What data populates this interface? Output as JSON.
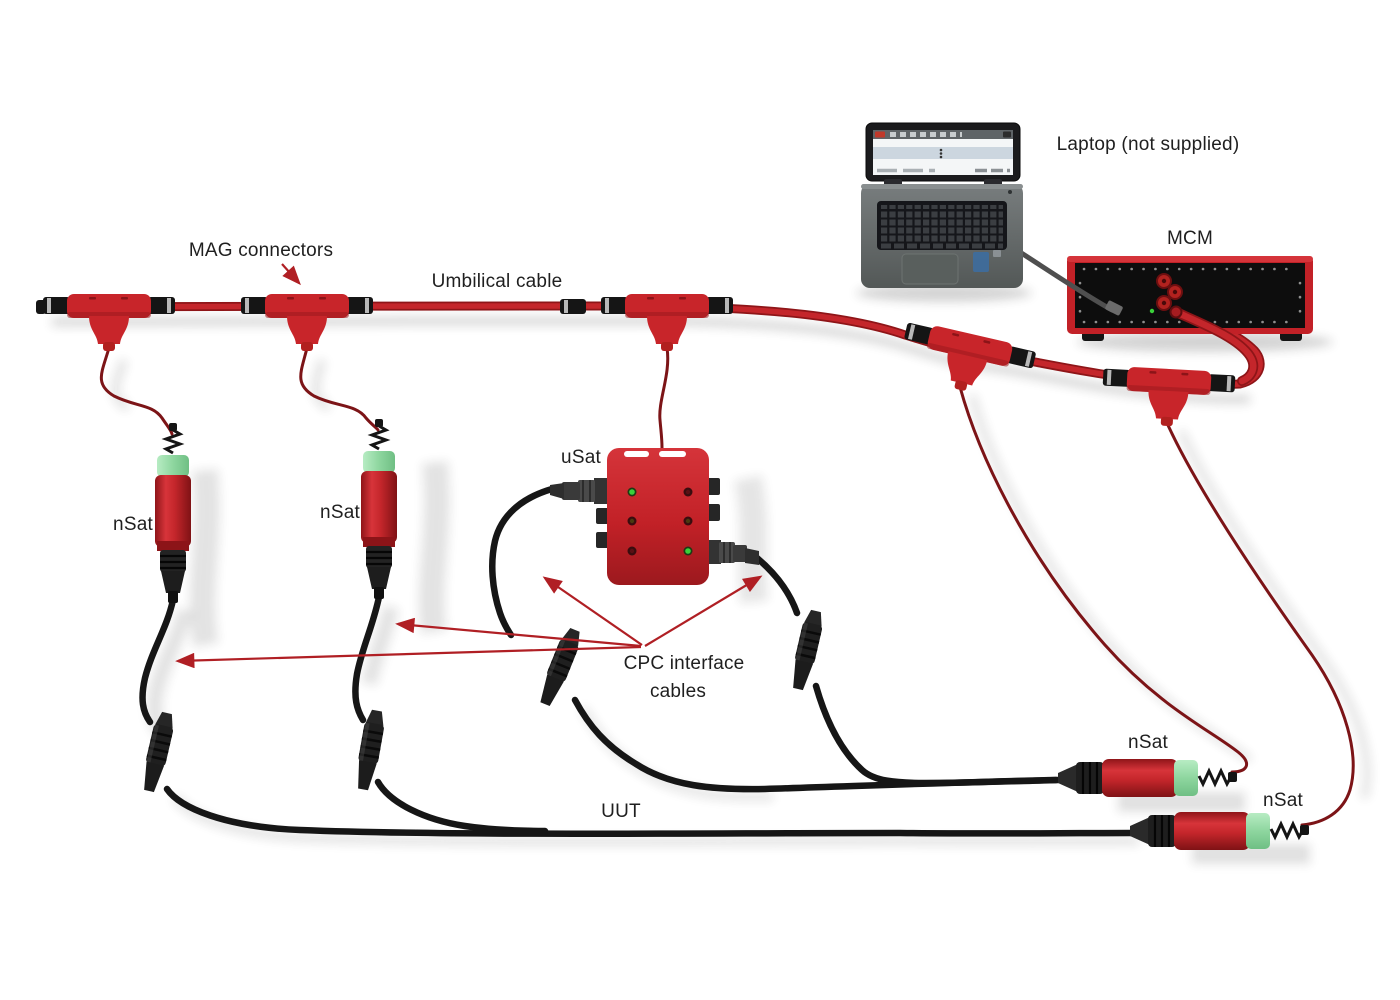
{
  "diagram": {
    "labels": {
      "mag_connectors": "MAG connectors",
      "umbilical_cable": "Umbilical cable",
      "laptop": "Laptop (not supplied)",
      "mcm": "MCM",
      "usat": "uSat",
      "nsat": "nSat",
      "cpc_interface_line1": "CPC interface",
      "cpc_interface_line2": "cables",
      "uut": "UUT"
    },
    "colors": {
      "cable_red": "#c4262b",
      "cable_dark_red": "#7c1417",
      "cable_black": "#161616",
      "connector_green": "#8ed69f",
      "device_red": "#c8252a",
      "mcm_panel": "#0d0d0d",
      "arrow_red": "#b01f24",
      "laptop_gray": "#636968"
    }
  }
}
